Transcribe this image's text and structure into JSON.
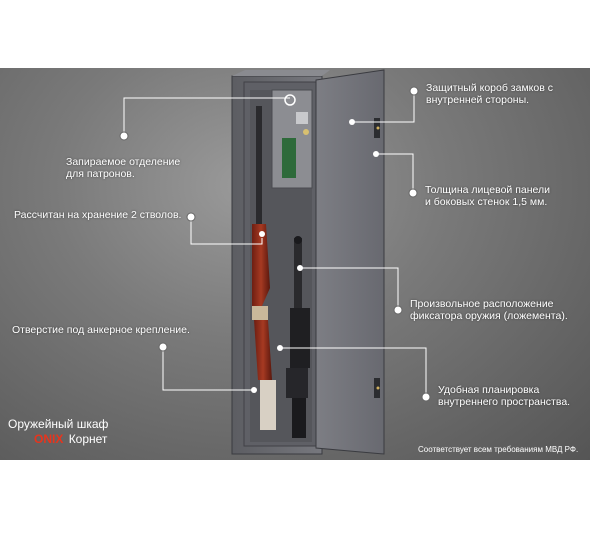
{
  "callouts": {
    "ammo": [
      "Запираемое отделение",
      "для патронов."
    ],
    "barrels": [
      "Рассчитан на хранение 2 стволов."
    ],
    "anchor": [
      "Отверстие под анкерное крепление."
    ],
    "lockbox": [
      "Защитный короб  замков с",
      "внутренней стороны."
    ],
    "thickness": [
      "Толщина лицевой панели",
      "и боковых стенок 1,5 мм."
    ],
    "holder": [
      "Произвольное расположение",
      "фиксатора оружия (ложемента)."
    ],
    "layout": [
      "Удобная планировка",
      "внутреннего пространства."
    ]
  },
  "brand": {
    "prefix": "Оружейный шкаф",
    "name": "ONIX",
    "model": "Корнет"
  },
  "footer_note": "Соответствует всем требованиям МВД РФ.",
  "colors": {
    "brand_accent": "#e8341c",
    "safe_body": "#6f7076",
    "leader_line": "#ffffff"
  }
}
